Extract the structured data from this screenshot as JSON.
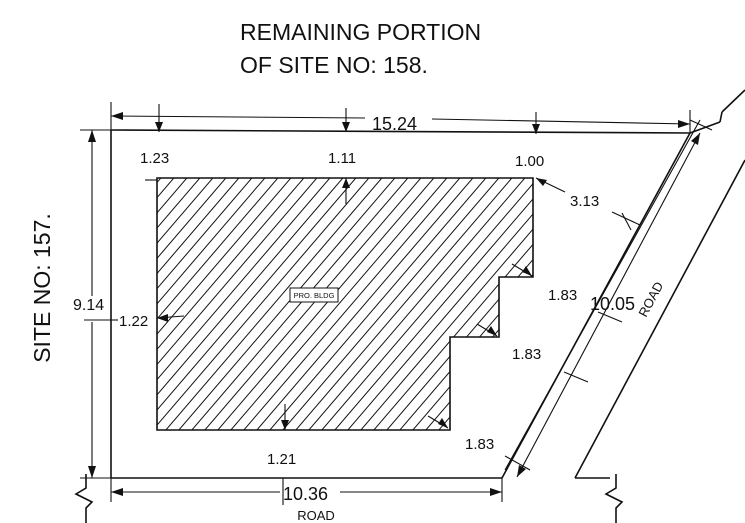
{
  "title": {
    "line1": "REMAINING PORTION",
    "line2": "OF SITE NO: 158."
  },
  "side_label": "SITE NO: 157.",
  "building_label": "PRO. BLDG",
  "road_label_bottom": "ROAD",
  "road_label_side": "ROAD",
  "dimensions": {
    "top_overall": "15.24",
    "left_overall": "9.14",
    "bottom_overall": "10.36",
    "diagonal_overall": "10.05",
    "setback_left_top": "1.23",
    "setback_top": "1.11",
    "setback_right_top": "1.00",
    "setback_left": "1.22",
    "setback_bottom": "1.21",
    "corner_offset": "3.13",
    "step_1": "1.83",
    "step_2": "1.83",
    "step_3": "1.83"
  },
  "colors": {
    "line": "#111111",
    "background": "#ffffff"
  }
}
